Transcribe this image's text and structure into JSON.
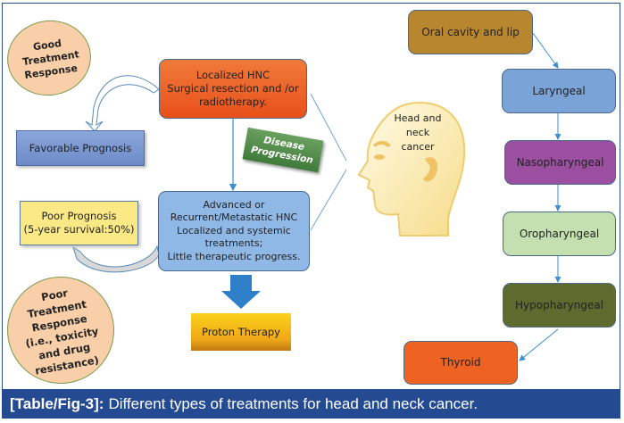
{
  "left": {
    "good_response": "Good Treatment Response",
    "localized": [
      "Localized HNC",
      "Surgical resection and /or",
      "radiotherapy."
    ],
    "favorable": "Favorable Prognosis",
    "disease_progression": [
      "Disease",
      "Progression"
    ],
    "poor_prognosis": [
      "Poor Prognosis",
      "(5-year survival:50%)"
    ],
    "advanced": [
      "Advanced or",
      "Recurrent/Metastatic HNC",
      "Localized and systemic",
      "treatments;",
      "Little therapeutic progress."
    ],
    "proton": "Proton Therapy",
    "poor_response": [
      "Poor",
      "Treatment",
      "Response",
      "(i.e., toxicity",
      "and drug",
      "resistance)"
    ]
  },
  "head": {
    "label": [
      "Head and",
      "neck",
      "cancer"
    ]
  },
  "types": [
    "Oral cavity and lip",
    "Laryngeal",
    "Nasopharyngeal",
    "Oropharyngeal",
    "Hypopharyngeal",
    "Thyroid"
  ],
  "colors": {
    "oral": "#b8862e",
    "laryngeal": "#7aa3d8",
    "naso": "#9b4fa0",
    "oro": "#c5e0b0",
    "hypo": "#5f6b2e",
    "thyroid": "#ee6322",
    "localized": "#ee5a22",
    "advanced": "#8fb8e6",
    "favorable": "#7b98d0",
    "poor_prognosis": "#fbe985",
    "caption": "#244a92"
  },
  "caption": {
    "label": "[Table/Fig-3]:",
    "text": "Different types of treatments for head and neck cancer."
  }
}
